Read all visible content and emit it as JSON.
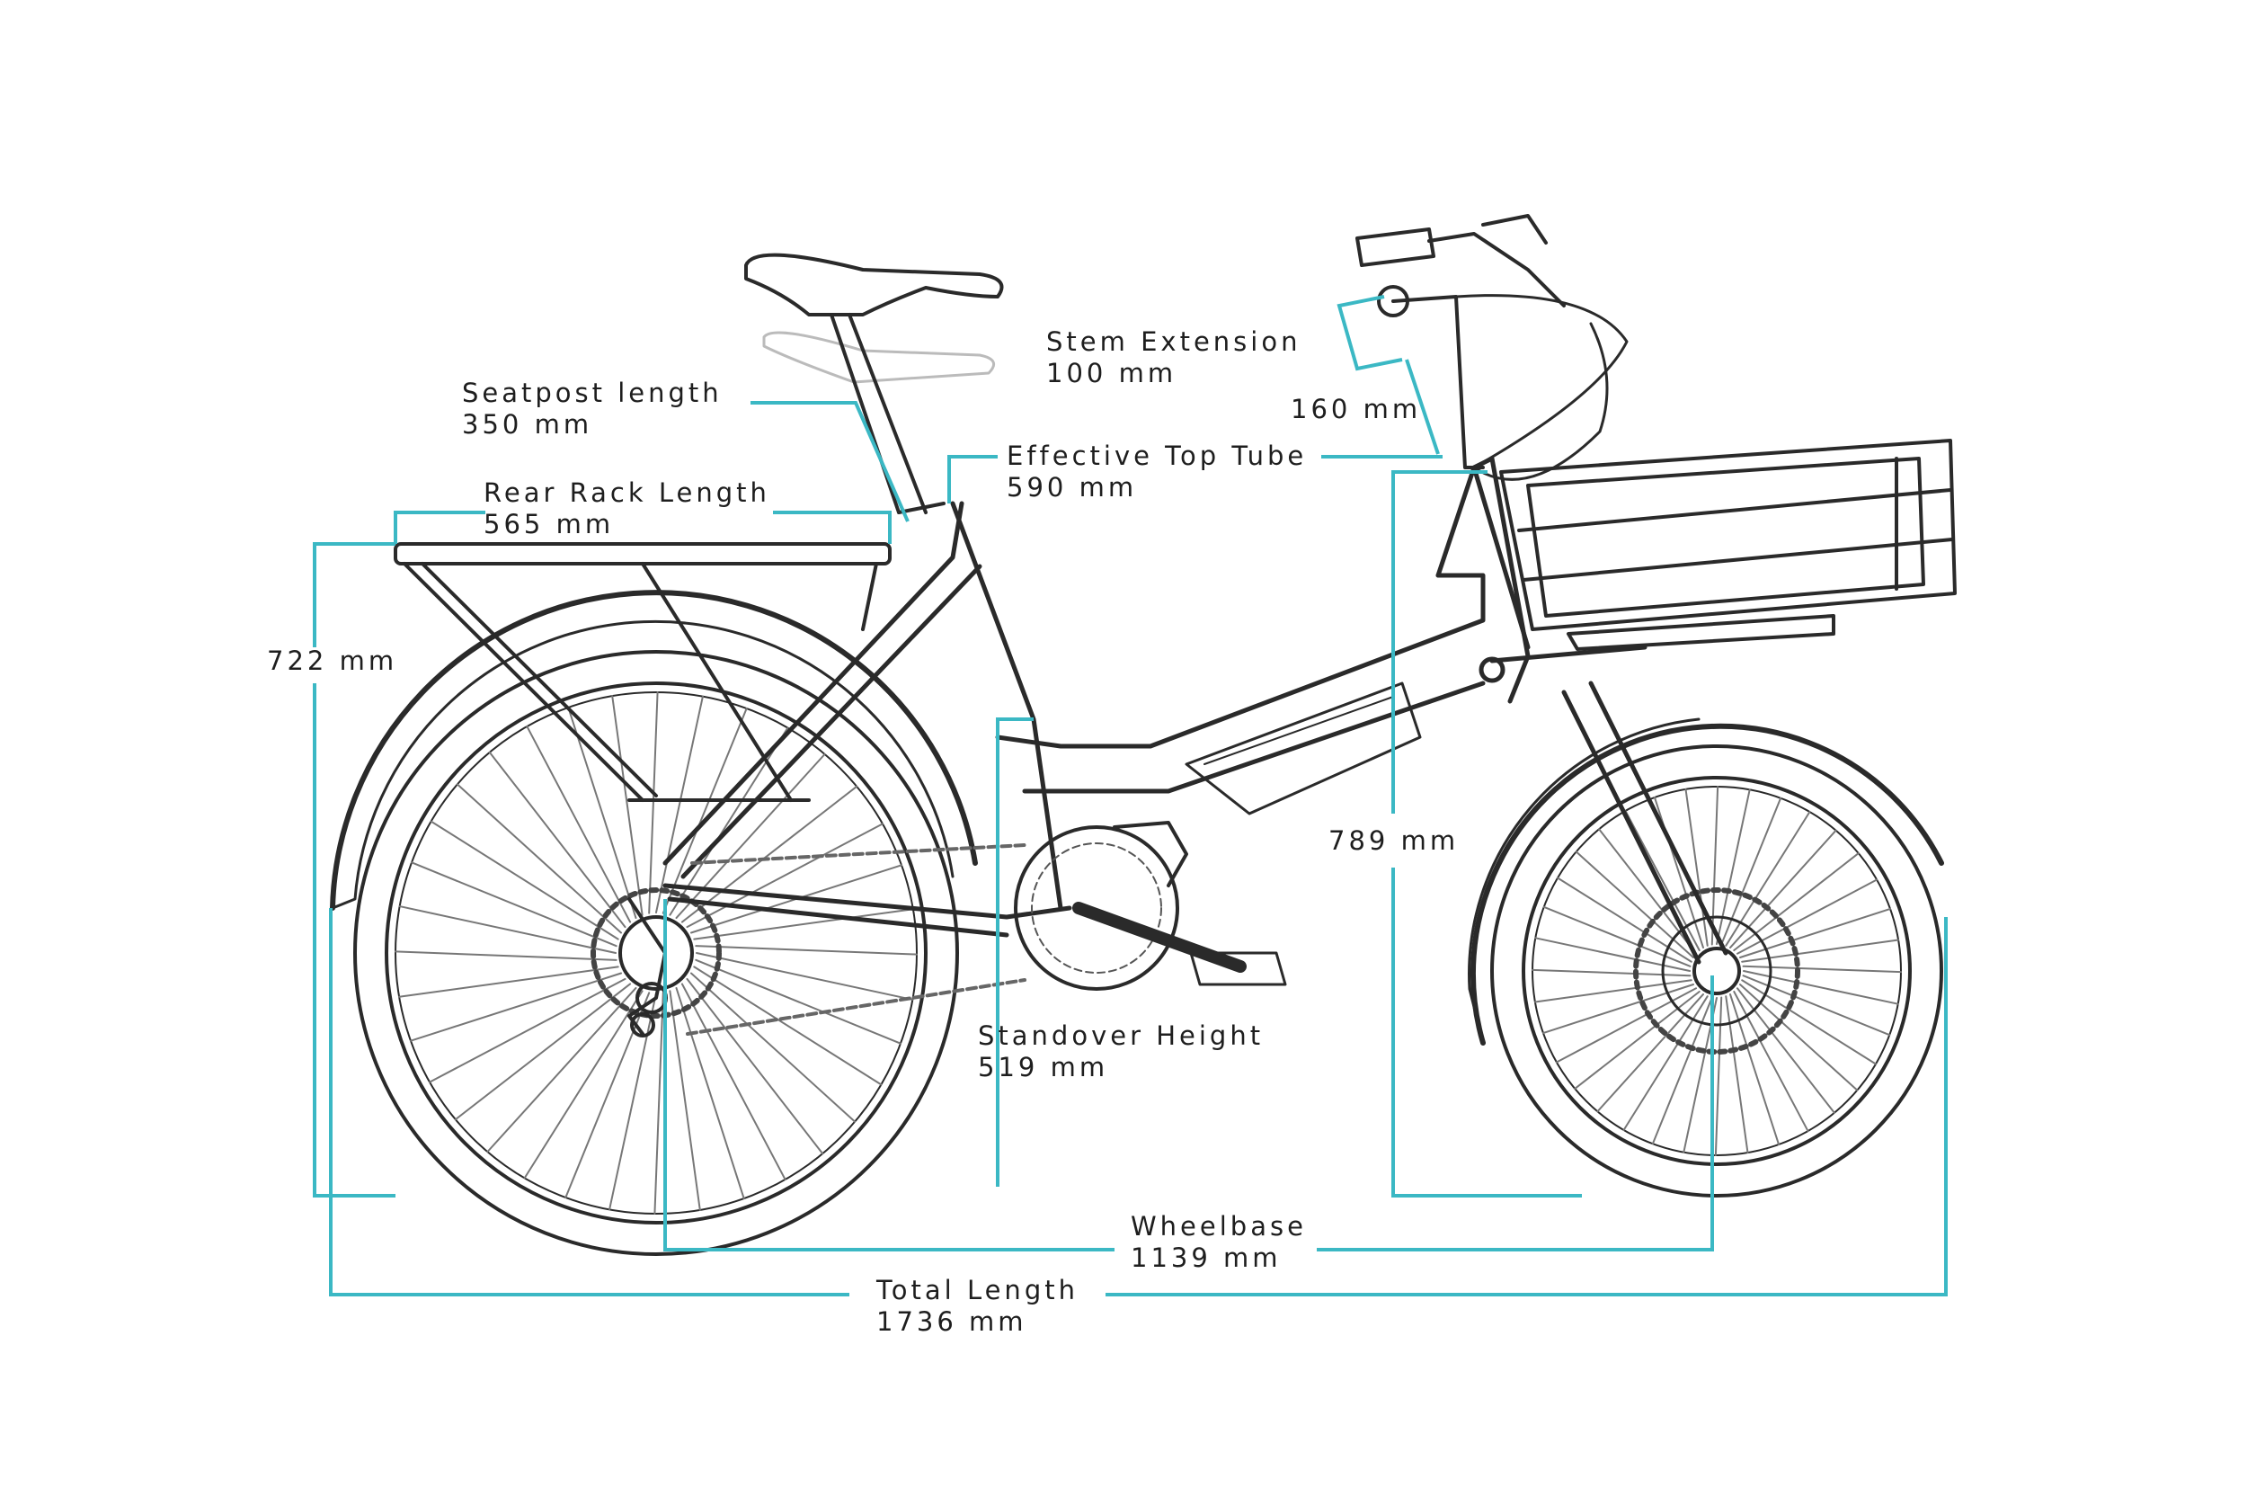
{
  "accent_color": "#3bb8c4",
  "line_color": "#2a2a2a",
  "dimensions": {
    "stem_extension": {
      "label": "Stem Extension",
      "value": "100 mm"
    },
    "stem_height": {
      "value": "160 mm"
    },
    "seatpost_length": {
      "label": "Seatpost length",
      "value": "350 mm"
    },
    "effective_top_tube": {
      "label": "Effective Top Tube",
      "value": "590 mm"
    },
    "rear_rack_length": {
      "label": "Rear Rack Length",
      "value": "565 mm"
    },
    "rack_height": {
      "value": "722 mm"
    },
    "front_rack_height": {
      "value": "789 mm"
    },
    "standover_height": {
      "label": "Standover Height",
      "value": "519 mm"
    },
    "wheelbase": {
      "label": "Wheelbase",
      "value": "1139 mm"
    },
    "total_length": {
      "label": "Total Length",
      "value": "1736 mm"
    }
  }
}
